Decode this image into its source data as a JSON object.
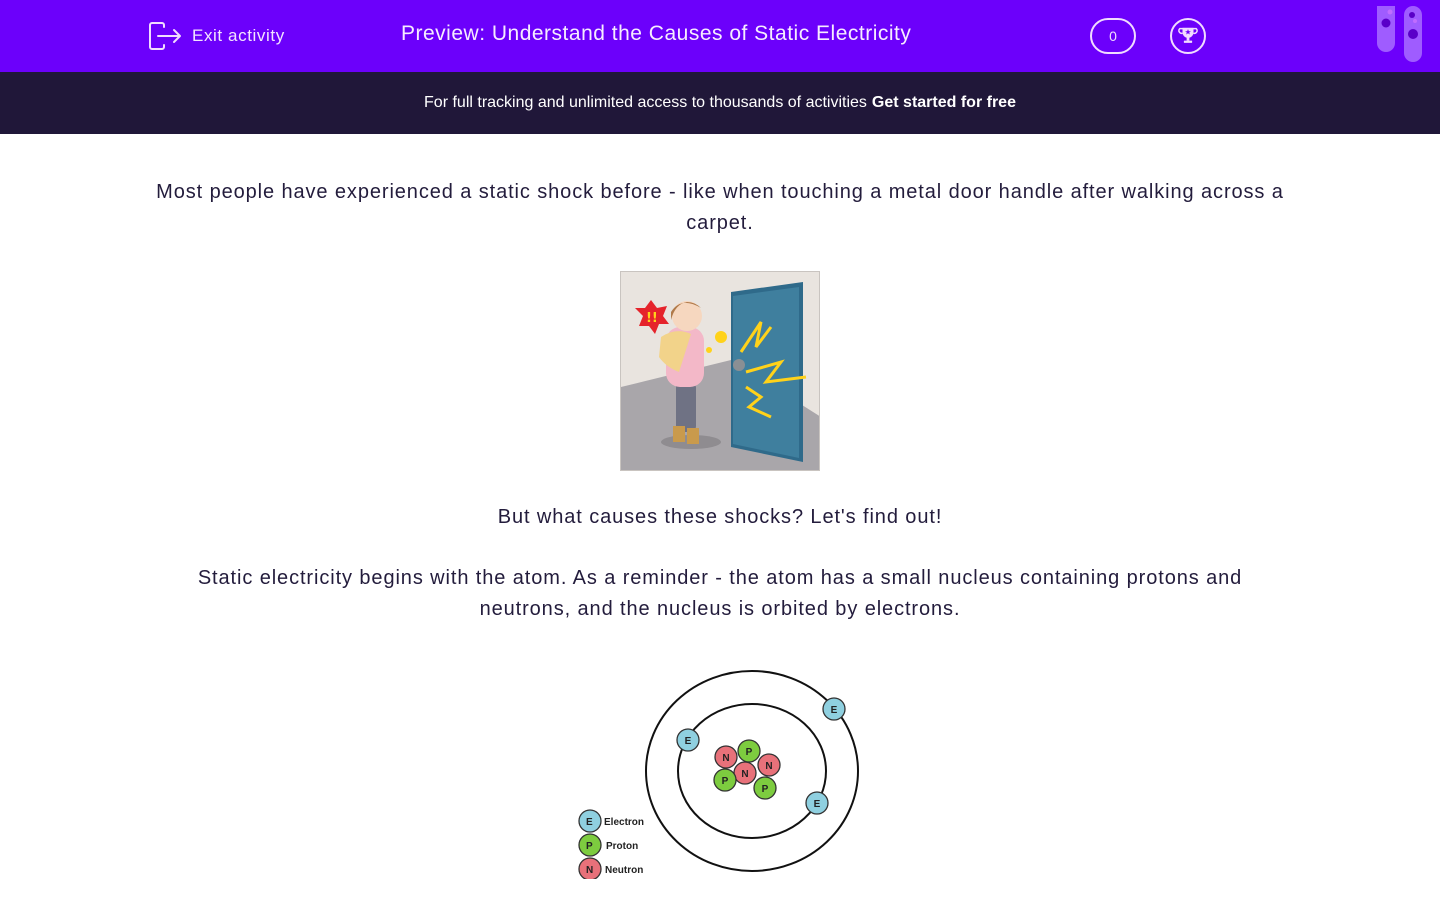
{
  "header": {
    "exit_label": "Exit activity",
    "title": "Preview: Understand the Causes of Static Electricity",
    "score": "0",
    "background_color": "#6c00fb"
  },
  "banner": {
    "text": "For full tracking and unlimited access to thousands of activities",
    "cta": "Get started for free"
  },
  "content": {
    "paragraph_1": "Most people have experienced a static shock before - like when touching a metal door handle after walking across a carpet.",
    "image_1_alt": "Illustration of a woman getting a static shock from a metal door handle",
    "paragraph_2": "But what causes these shocks? Let's find out!",
    "paragraph_3": "Static electricity begins with the atom. As a reminder - the atom has a small nucleus containing protons and neutrons, and the nucleus is orbited by electrons.",
    "atom_diagram": {
      "legend": [
        {
          "symbol": "E",
          "label": "Electron",
          "color": "#8fd0e0"
        },
        {
          "symbol": "P",
          "label": "Proton",
          "color": "#7dcc3f"
        },
        {
          "symbol": "N",
          "label": "Neutron",
          "color": "#e8717a"
        }
      ],
      "nucleus": [
        "N",
        "P",
        "N",
        "N",
        "P",
        "P"
      ],
      "electrons": [
        "E",
        "E",
        "E"
      ]
    }
  }
}
